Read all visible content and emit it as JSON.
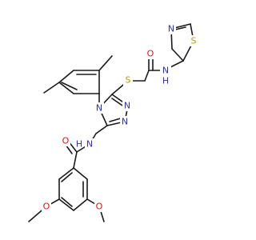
{
  "colors": {
    "bond": "#1a1a1a",
    "nitrogen": "#2c2cdc",
    "oxygen": "#e01010",
    "sulfur": "#b5a000"
  },
  "atom_labels": {
    "n_amide_right": "N",
    "h_amide_right": "H",
    "o_amide_right": "O",
    "s_thioether": "S",
    "n_thiazole": "N",
    "s_thiazole": "S",
    "n_triazole_top": "N",
    "n_triazole_mid": "N",
    "n_triazole_low": "N",
    "n_amide_left": "N",
    "h_amide_left": "H",
    "o_amide_left": "O",
    "o_methoxy_left": "O",
    "o_methoxy_right": "O"
  }
}
